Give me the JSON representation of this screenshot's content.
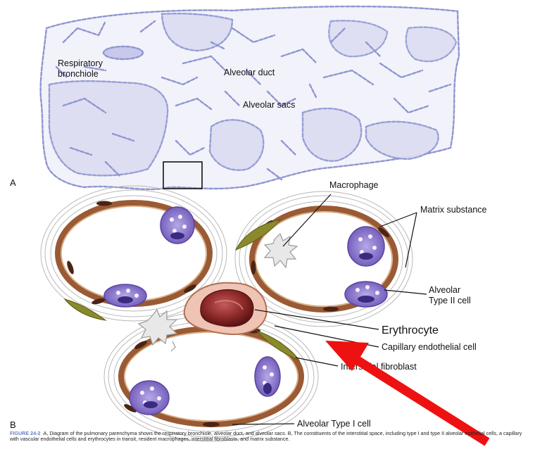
{
  "panel_a": {
    "letter": "A",
    "labels": {
      "respiratory_bronchiole_1": "Respiratory",
      "respiratory_bronchiole_2": "bronchiole",
      "alveolar_duct": "Alveolar duct",
      "alveolar_sacs": "Alveolar sacs"
    }
  },
  "panel_b": {
    "letter": "B",
    "labels": {
      "macrophage": "Macrophage",
      "matrix_substance": "Matrix substance",
      "alveolar_type_ii_1": "Alveolar",
      "alveolar_type_ii_2": "Type II cell",
      "erythrocyte": "Erythrocyte",
      "capillary_endothelial": "Capillary endothelial cell",
      "interstitial_fibroblast": "Interstitial fibroblast",
      "alveolar_type_i": "Alveolar Type I cell"
    }
  },
  "caption": {
    "figure_number": "FIGURE 24-2",
    "text": "A, Diagram of the pulmonary parenchyma shows the respiratory bronchiole, alveolar duct, and alveolar sacs. B, The constituents of the interstitial space, including type I and type II alveolar epithelial cells, a capillary with vascular endothelial cells and erythrocytes in transit, resident macrophages, interstitial fibroblasts, and matrix substance."
  },
  "colors": {
    "membrane": "#9aa2d8",
    "tissue_fill": "#dcdcf2",
    "wall_brown": "#9a5a34",
    "type_ii_purple": "#7a62c2",
    "fibroblast_olive": "#8a8a2c",
    "erythrocyte_red": "#8e2a2a",
    "arrow_red": "#ee1111"
  }
}
